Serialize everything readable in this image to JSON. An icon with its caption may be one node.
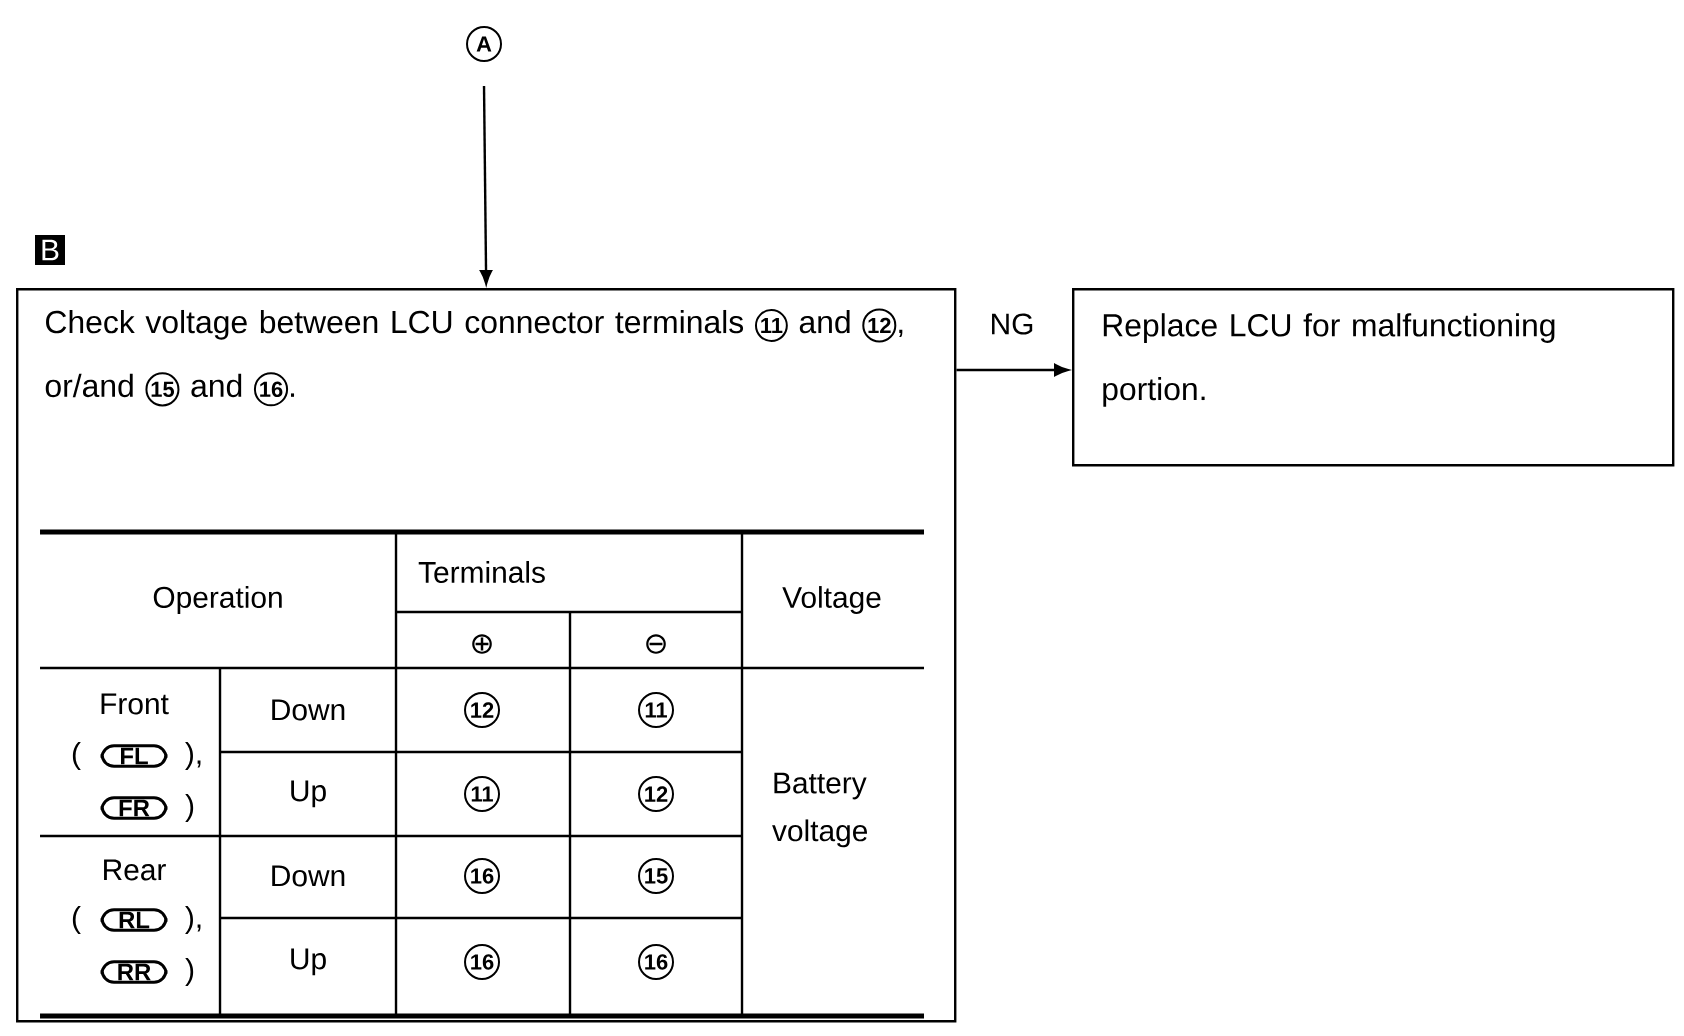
{
  "diagram": {
    "nodes": [
      {
        "text": [
          "A"
        ]
      },
      {
        "text": [
          "Check voltage between LCU connector terminals 11 and 12, or/and 15 and 16."
        ]
      },
      {
        "text": [
          "Replace LCU for malfunctioning portion."
        ]
      }
    ],
    "edges": [
      {
        "from": 0,
        "to": 1,
        "arrow": "to"
      },
      {
        "from": 1,
        "to": 2,
        "arrow": "to",
        "label": "NG"
      }
    ],
    "labels": [
      "B",
      "Operation",
      "Terminals",
      "Voltage",
      "⊕",
      "⊖",
      "Front",
      "Down",
      "12",
      "11",
      "Battery voltage",
      "(",
      "FL",
      "),",
      "Up",
      "11",
      "12",
      "FR",
      ")",
      "Rear",
      "Down",
      "16",
      "15",
      "(",
      "RL",
      "),",
      "Up",
      "16",
      "16",
      "RR",
      ")"
    ]
  }
}
